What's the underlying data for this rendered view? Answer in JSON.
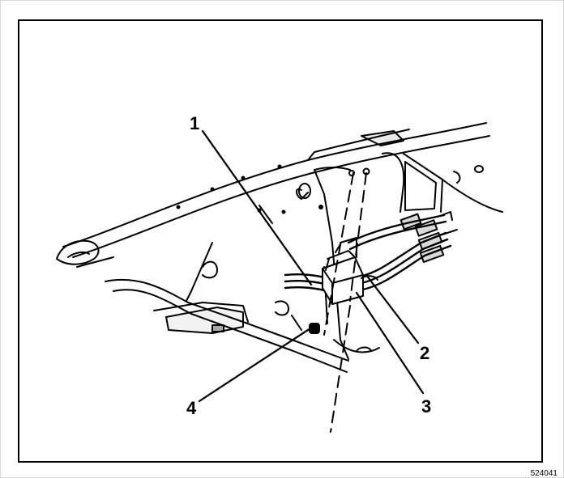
{
  "figure": {
    "callouts": {
      "c1": "1",
      "c2": "2",
      "c3": "3",
      "c4": "4"
    },
    "figure_id": "524041"
  },
  "colors": {
    "ink": "#000000",
    "paper": "#ffffff",
    "frame": "#d8d8d8"
  }
}
